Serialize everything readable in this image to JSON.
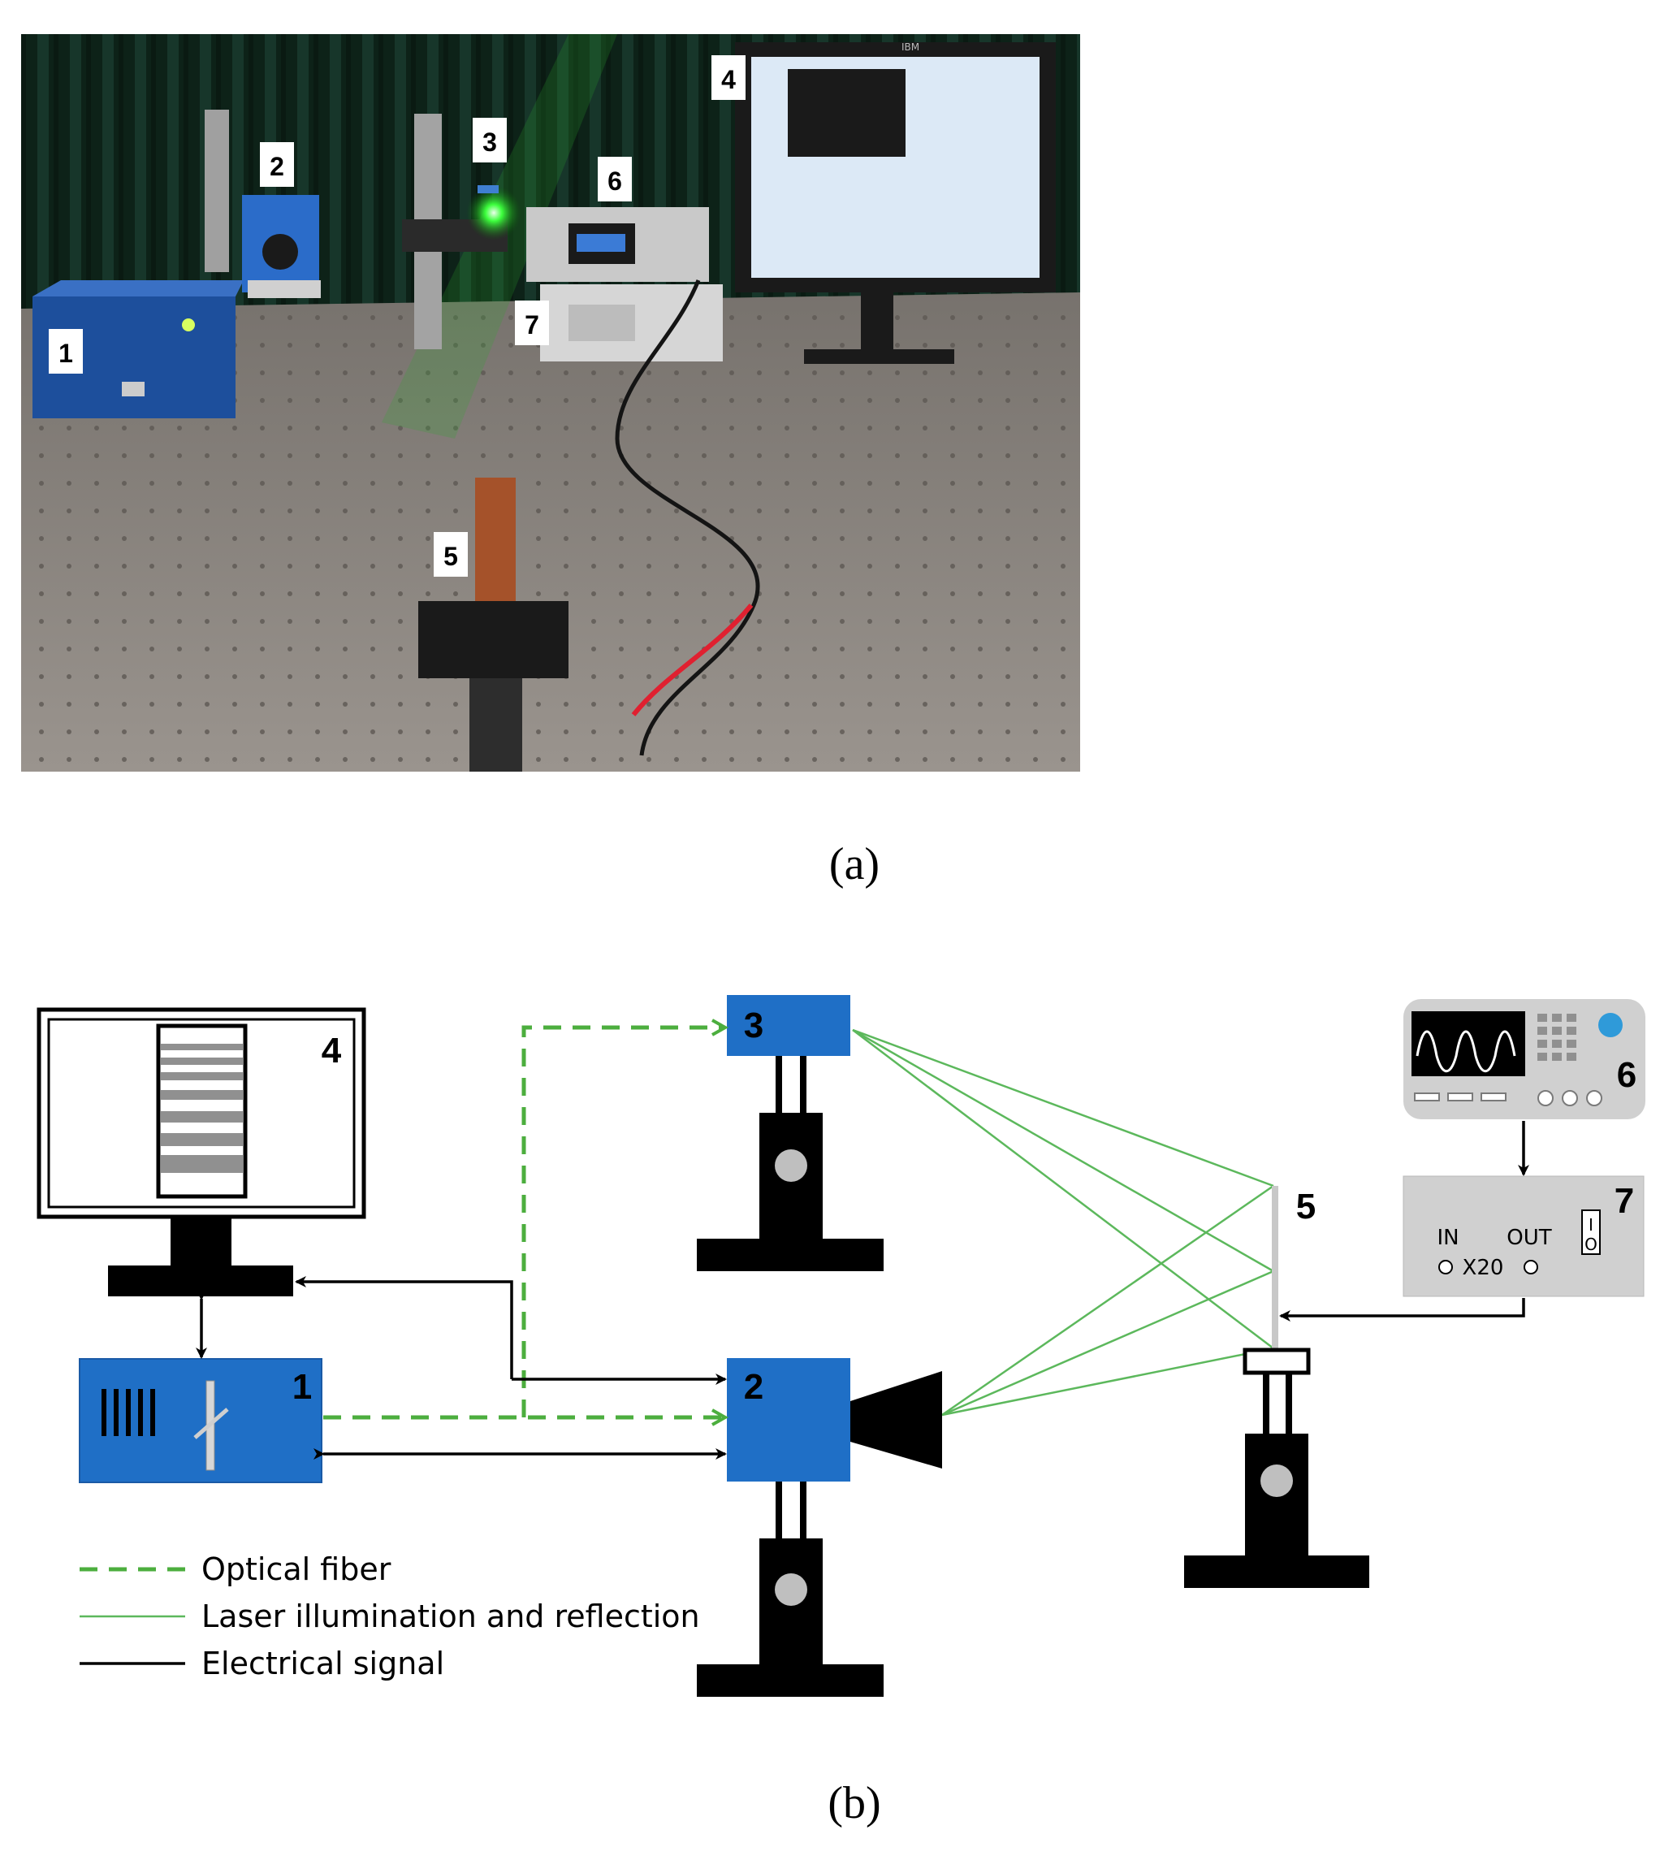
{
  "panel_a": {
    "caption": "(a)",
    "photo_labels": [
      "1",
      "2",
      "3",
      "4",
      "5",
      "6",
      "7"
    ],
    "monitor_brand": "IBM"
  },
  "panel_b": {
    "caption": "(b)",
    "device_labels": {
      "laser": "1",
      "camera": "2",
      "illuminator": "3",
      "monitor": "4",
      "specimen": "5",
      "generator": "6",
      "amplifier": "7"
    },
    "amplifier": {
      "in_label": "IN",
      "out_label": "OUT",
      "gain_label": "X20",
      "switch_on": "I",
      "switch_off": "O"
    },
    "legend": {
      "optical_fiber": "Optical fiber",
      "laser_illumination": "Laser illumination and reflection",
      "electrical_signal": "Electrical signal"
    },
    "colors": {
      "device_blue": "#1f6fc6",
      "fiber_green": "#4cae3e",
      "laser_green": "#5cb85c",
      "gray_panel": "#d0d0d0",
      "signal_black": "#000000"
    }
  }
}
